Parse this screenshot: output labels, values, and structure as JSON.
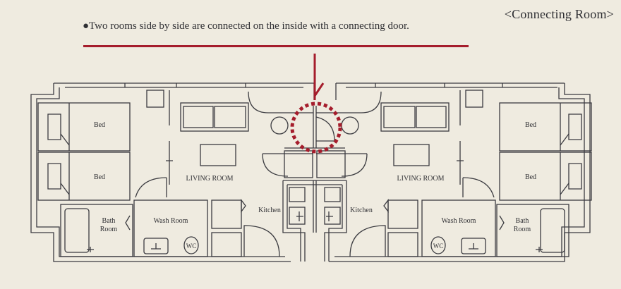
{
  "header": {
    "tag": "<Connecting Room>",
    "note": "●Two rooms side by side are connected on the inside with a connecting door."
  },
  "plan": {
    "left": {
      "bed_top": "Bed",
      "bed_bottom": "Bed",
      "living": "LIVING ROOM",
      "kitchen": "Kitchen",
      "bath_line1": "Bath",
      "bath_line2": "Room",
      "wash": "Wash Room",
      "wc": "WC"
    },
    "right": {
      "bed_top": "Bed",
      "bed_bottom": "Bed",
      "living": "LIVING ROOM",
      "kitchen": "Kitchen",
      "bath_line1": "Bath",
      "bath_line2": "Room",
      "wash": "Wash Room",
      "wc": "WC"
    }
  },
  "colors": {
    "accent": "#a51d2c",
    "line": "#3b3b40",
    "background": "#efebe0"
  }
}
